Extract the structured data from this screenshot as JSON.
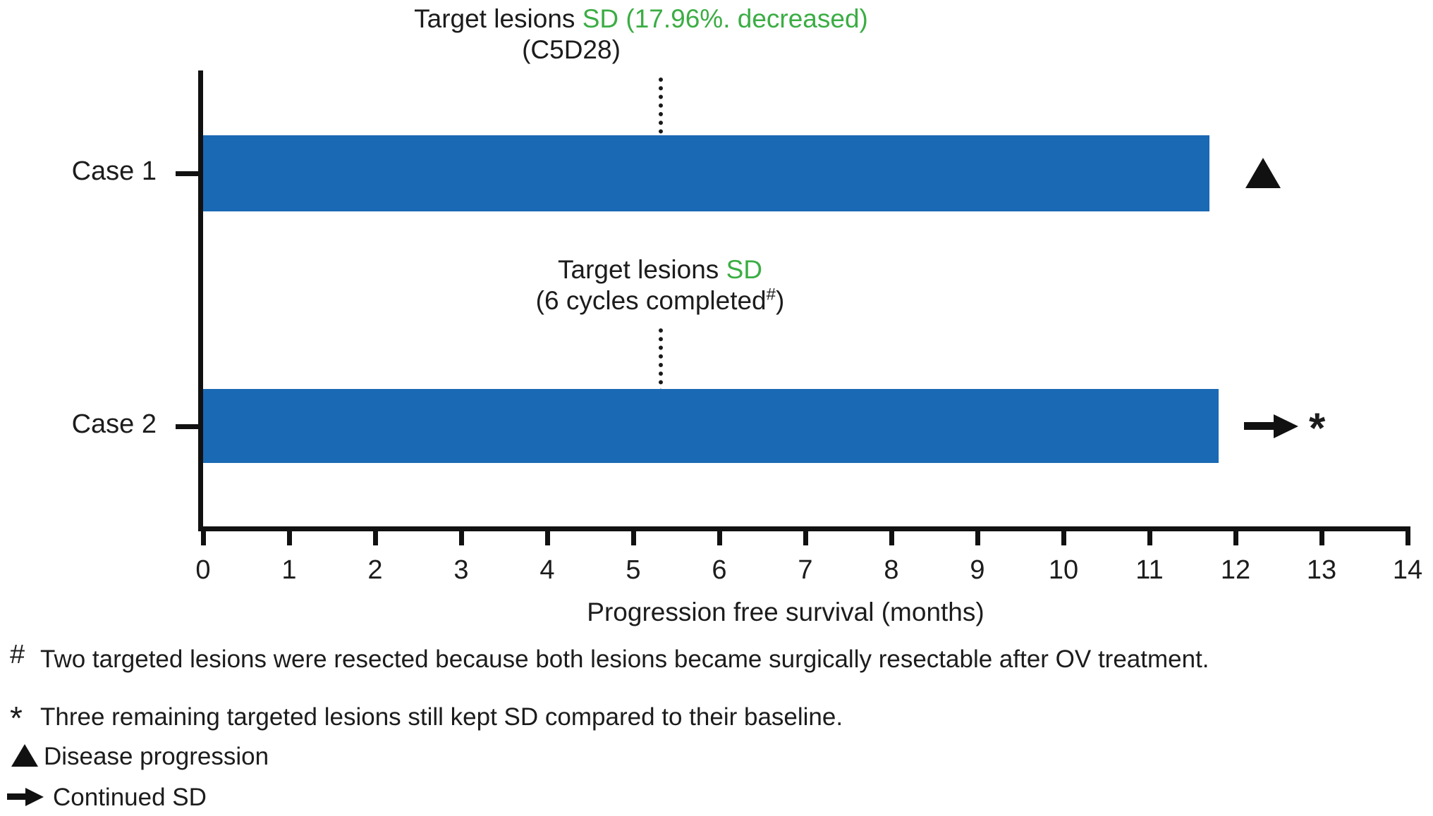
{
  "chart_data": {
    "type": "bar",
    "orientation": "horizontal",
    "xlabel": "Progression free survival (months)",
    "xlim": [
      0,
      14
    ],
    "xticks": [
      0,
      1,
      2,
      3,
      4,
      5,
      6,
      7,
      8,
      9,
      10,
      11,
      12,
      13,
      14
    ],
    "grid": false,
    "categories": [
      "Case 1",
      "Case 2"
    ],
    "values": [
      11.7,
      11.8
    ],
    "cases": [
      {
        "label": "Case 1",
        "pfs_months": 11.7,
        "end_marker": "triangle",
        "end_marker_meaning": "Disease progression",
        "annotation": {
          "line1_black": "Target lesions ",
          "line1_green": "SD (17.96%. decreased)",
          "line2": "(C5D28)",
          "at_month": 5.3
        }
      },
      {
        "label": "Case 2",
        "pfs_months": 11.8,
        "end_marker": "arrow",
        "end_marker_suffix": "*",
        "end_marker_meaning": "Continued SD",
        "annotation": {
          "line1_black": "Target lesions ",
          "line1_green": "SD",
          "line2_pre": "(6 cycles completed",
          "line2_sup": "#",
          "line2_post": ")",
          "at_month": 5.3
        }
      }
    ]
  },
  "colors": {
    "bar_blue": "#1A69B4",
    "annotation_green": "#3BAD44",
    "axis_black": "#111111"
  },
  "footnotes": [
    {
      "symbol": "#",
      "text": "Two targeted lesions were resected because both lesions became surgically resectable after OV treatment."
    },
    {
      "symbol": "*",
      "text": "Three remaining targeted lesions still kept SD compared to their baseline."
    }
  ],
  "legend": [
    {
      "marker": "triangle-icon",
      "label": "Disease progression"
    },
    {
      "marker": "arrow-icon",
      "label": "Continued SD"
    }
  ]
}
